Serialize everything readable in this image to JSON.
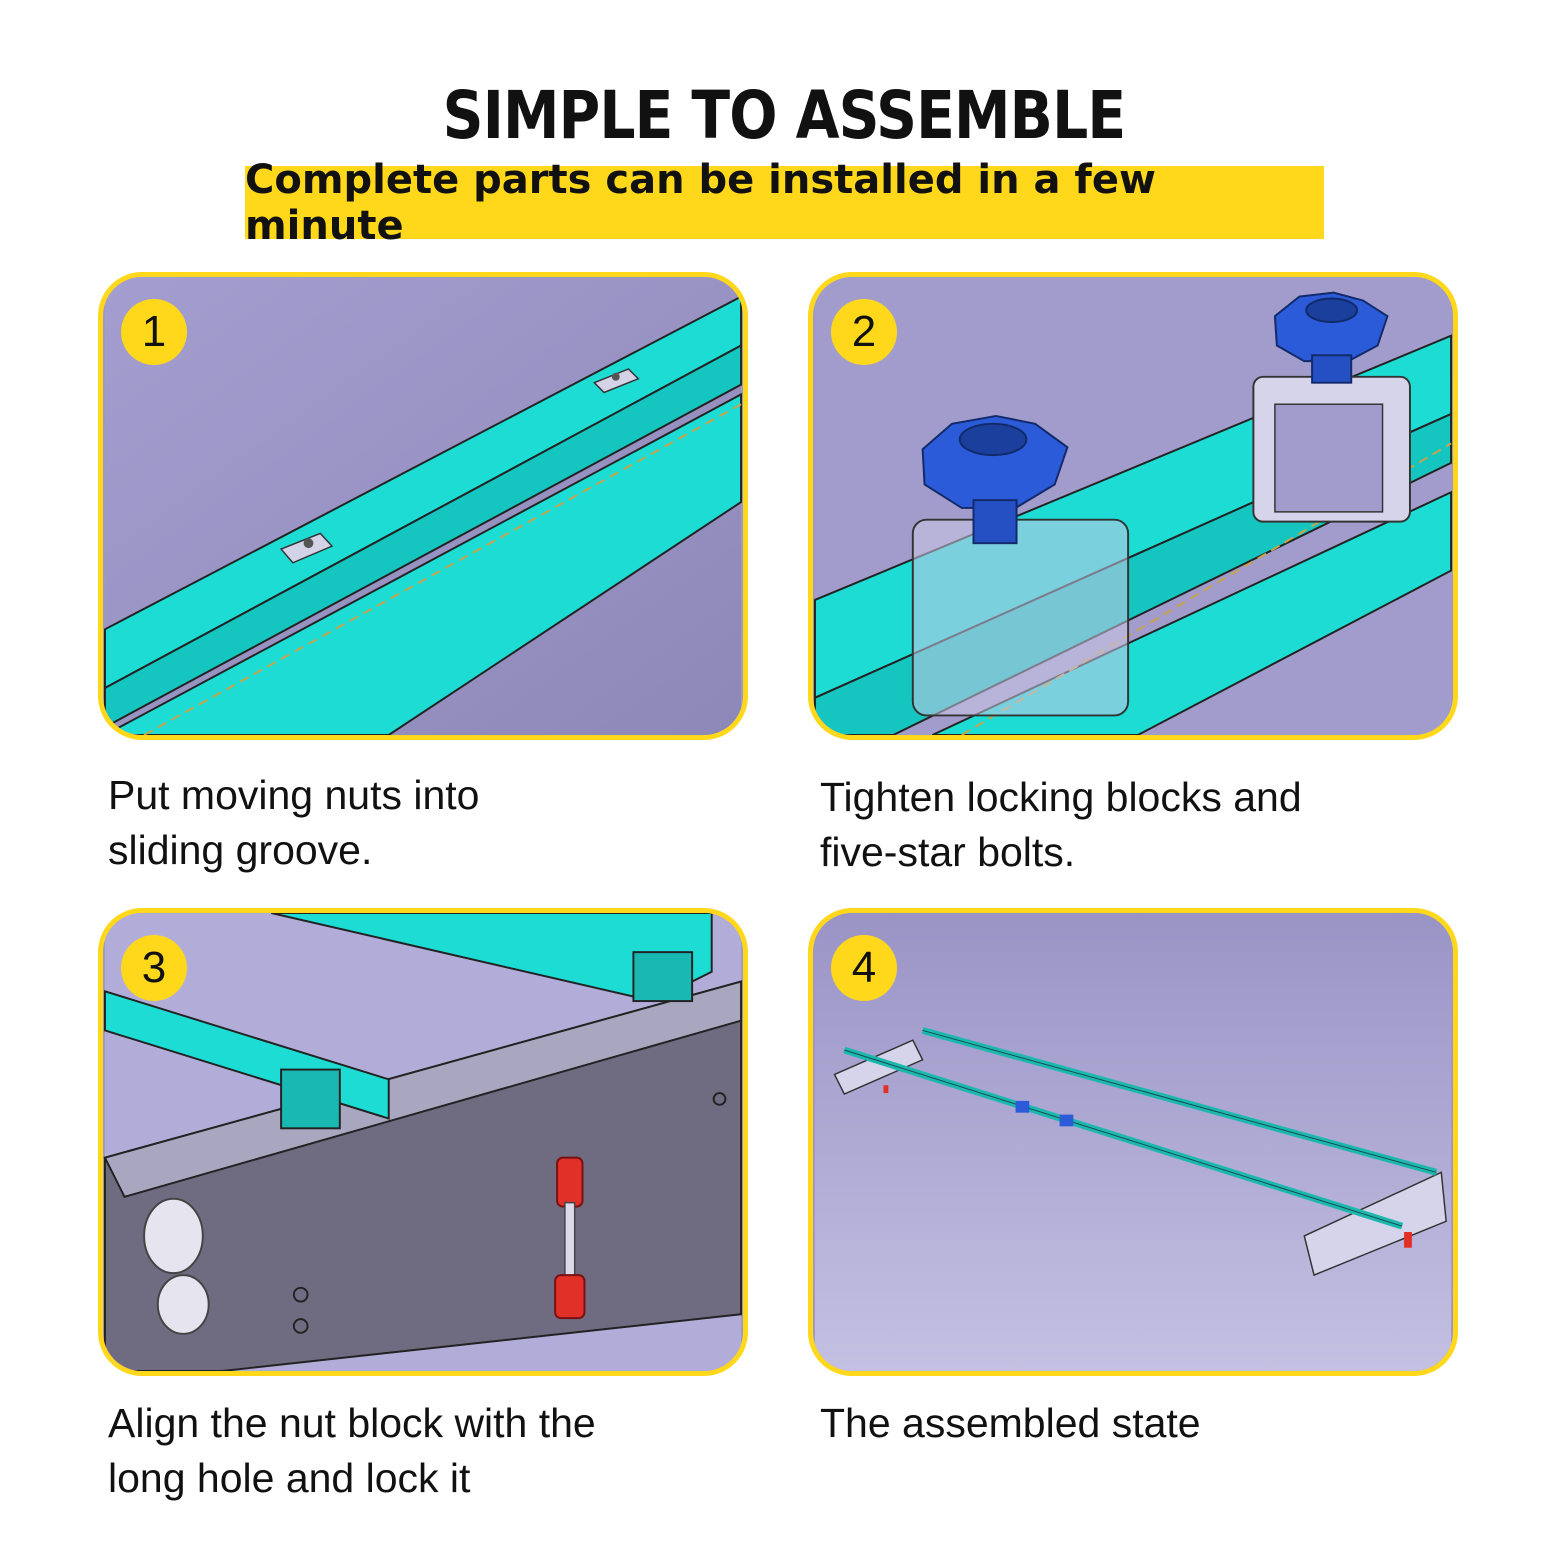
{
  "header": {
    "title": "SIMPLE TO ASSEMBLE",
    "subtitle": "Complete parts can be installed in a few minute"
  },
  "colors": {
    "accent_yellow": "#ffd81c",
    "panel_background": "#9e98c6",
    "rail_cyan": "#1fdfd6",
    "knob_blue": "#2b5bd8",
    "foot_red": "#e03028"
  },
  "steps": [
    {
      "number": "1",
      "caption": "Put moving nuts into\nsliding groove."
    },
    {
      "number": "2",
      "caption": "Tighten locking blocks and\nfive-star bolts."
    },
    {
      "number": "3",
      "caption": "Align the nut block with the\nlong hole and lock it"
    },
    {
      "number": "4",
      "caption": "The assembled state"
    }
  ]
}
